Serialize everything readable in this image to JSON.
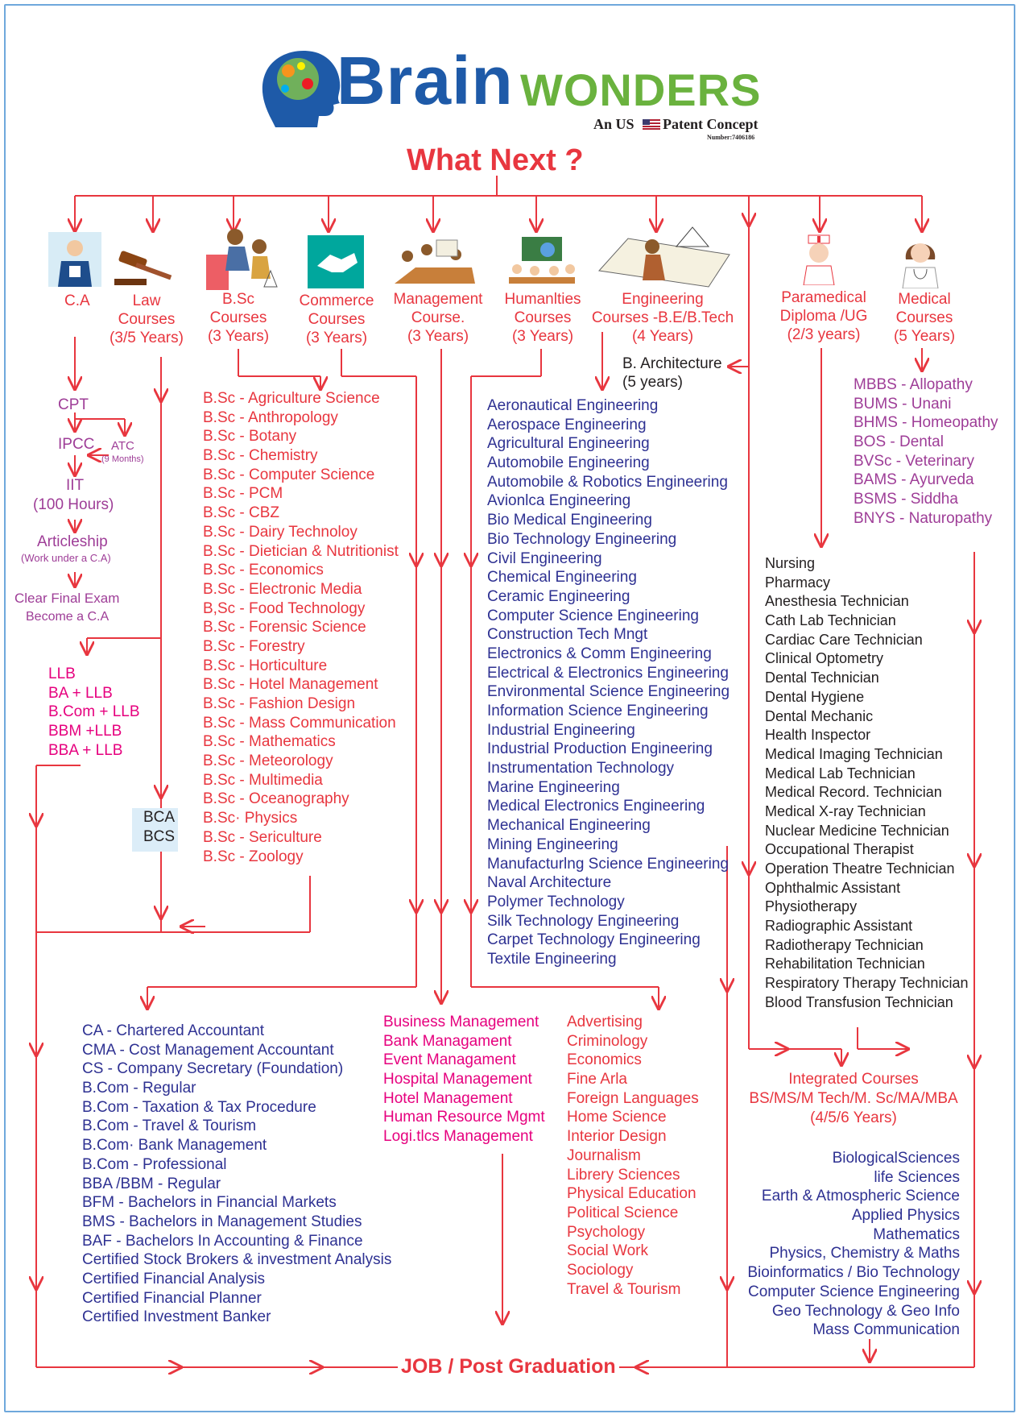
{
  "brand": {
    "name_part1": "Brain",
    "name_part2": "WONDERS",
    "tagline_left": "An US",
    "tagline_right": "Patent Concept",
    "patent_number": "Number:7406186"
  },
  "title": "What Next ?",
  "categories": {
    "ca": "C.A",
    "law": [
      "Law",
      "Courses",
      "(3/5 Years)"
    ],
    "bsc": [
      "B.Sc",
      "Courses",
      "(3 Years)"
    ],
    "commerce": [
      "Commerce",
      "Courses",
      "(3 Years)"
    ],
    "management": [
      "Management",
      "Course.",
      "(3 Years)"
    ],
    "humanities": [
      "Humanlties",
      "Courses",
      "(3 Years)"
    ],
    "engineering": [
      "Engineering",
      "Courses -B.E/B.Tech",
      "(4 Years)"
    ],
    "paramedical": [
      "Paramedical",
      "Diploma /UG",
      "(2/3 years)"
    ],
    "medical": [
      "Medical",
      "Courses",
      "(5 Years)"
    ]
  },
  "ca_path": {
    "cpt": "CPT",
    "ipcc": "IPCC",
    "atc": "ATC",
    "atc_duration": "(9 Months)",
    "iit": "IIT",
    "iit_hours": "(100 Hours)",
    "articleship": "Articleship",
    "articleship_note": "(Work under a C.A)",
    "final_exam": "Clear Final Exam",
    "become_ca": "Become a C.A"
  },
  "law_list": [
    "LLB",
    "BA + LLB",
    "B.Com + LLB",
    "BBM +LLB",
    "BBA + LLB"
  ],
  "bca_list": [
    "BCA",
    "BCS"
  ],
  "bsc_list": [
    "B.Sc - Agriculture Science",
    "B.Sc - Anthropology",
    "B.Sc - Botany",
    "B.Sc - Chemistry",
    "B.Sc - Computer Science",
    "B.Sc - PCM",
    "B.Sc - CBZ",
    "B.Sc - Dairy Technoloy",
    "B.Sc - Dietician & Nutritionist",
    "B.Sc - Economics",
    "B.Sc - Electronic Media",
    "B,Sc - Food Technology",
    "B.Sc - Forensic Science",
    "B.Sc - Forestry",
    "B.Sc - Horticulture",
    "B.Sc - Hotel Management",
    "B.Sc - Fashion Design",
    "B.Sc - Mass Communication",
    "B.Sc - Mathematics",
    "B.Sc - Meteorology",
    "B.Sc - Multimedia",
    "B.Sc - Oceanography",
    "B.Sc· Physics",
    "B.Sc - Sericulture",
    "B.Sc - Zoology"
  ],
  "architecture": [
    "B. Architecture",
    "(5 years)"
  ],
  "engineering_list": [
    "Aeronautical Engineering",
    "Aerospace Engineering",
    "Agricultural Engineering",
    "Automobile Engineering",
    "Automobile & Robotics Engineering",
    "Avionlca Engineering",
    "Bio Medical Engineering",
    "Bio Technology Engineering",
    "Civil Engineering",
    "Chemical Engineering",
    "Ceramic Engineering",
    "Computer Science Engineering",
    "Construction Tech Mngt",
    "Electronics & Comm Engineering",
    "Electrical & Electronics Engineering",
    "Environmental Science Engineering",
    "Information Science Engineering",
    "Industrial Engineering",
    "Industrial Production Engineering",
    "Instrumentation Technology",
    "Marine Engineering",
    "Medical Electronics Engineering",
    "Mechanical Engineering",
    "Mining Engineering",
    "Manufacturlng Science Engineering",
    "Naval Architecture",
    "Polymer Technology",
    "Silk Technology Engineering",
    "Carpet Technology Engineering",
    "Textile Engineering"
  ],
  "medical_list": [
    "MBBS - Allopathy",
    "BUMS - Unani",
    "BHMS - Homeopathy",
    "BOS - Dental",
    "BVSc - Veterinary",
    "BAMS - Ayurveda",
    "BSMS - Siddha",
    "BNYS - Naturopathy"
  ],
  "paramedical_list": [
    "Nursing",
    "Pharmacy",
    "Anesthesia Technician",
    "Cath Lab Technician",
    "Cardiac Care Technician",
    "Clinical Optometry",
    "Dental Technician",
    "Dental Hygiene",
    "Dental Mechanic",
    "Health Inspector",
    "Medical Imaging Technician",
    "Medical Lab Technician",
    "Medical Record. Technician",
    "Medical X-ray Technician",
    "Nuclear Medicine Technician",
    "Occupational Therapist",
    "Operation Theatre Technician",
    "Ophthalmic Assistant",
    "Physiotherapy",
    "Radiographic Assistant",
    "Radiotherapy Technician",
    "Rehabilitation Technician",
    "Respiratory Therapy Technician",
    "Blood Transfusion Technician"
  ],
  "commerce_list": [
    "CA - Chartered Accountant",
    "CMA - Cost Management Accountant",
    "CS - Company Secretary (Foundation)",
    "B.Com - Regular",
    "B.Com - Taxation & Tax Procedure",
    "B.Com - Travel & Tourism",
    "B.Com· Bank Management",
    "B.Com - Professional",
    "BBA /BBM - Regular",
    "BFM - Bachelors in Financial Markets",
    "BMS - Bachelors in Management Studies",
    "BAF - Bachelors In Accounting & Finance",
    "Certified Stock Brokers & investment Analysis",
    "Certified Financial Analysis",
    "Certified Financial Planner",
    "Certified Investment Banker"
  ],
  "management_list": [
    "Business Management",
    "Bank Managament",
    "Event Managament",
    "Hospital Management",
    "Hotel Management",
    "Human Resource Mgmt",
    "Logi.tlcs Management"
  ],
  "humanities_list": [
    "Advertising",
    "Criminology",
    "Economics",
    "Fine Arla",
    "Foreign Languages",
    "Home Science",
    "Interior Design",
    "Journalism",
    "Librery Sciences",
    "Physical Education",
    "Political Science",
    "Psychology",
    "Social Work",
    "Sociology",
    "Travel & Tourism"
  ],
  "integrated": {
    "title": "Integrated Courses",
    "degrees": "BS/MS/M Tech/M. Sc/MA/MBA",
    "duration": "(4/5/6 Years)",
    "list": [
      "BiologicalSciences",
      "life Sciences",
      "Earth & Atmospheric Science",
      "Applied Physics",
      "Mathematics",
      "Physics, Chemistry & Maths",
      "Bioinformatics / Bio Technology",
      "Computer Science Engineering",
      "Geo Technology & Geo Info",
      "Mass Communication"
    ]
  },
  "outcome": "JOB / Post Graduation",
  "colors": {
    "line": "#e8363f",
    "brand_blue": "#1e5aa8",
    "brand_green": "#6ab23e",
    "navy": "#2e3192",
    "pink": "#e6007e",
    "purple": "#9e3d97"
  }
}
